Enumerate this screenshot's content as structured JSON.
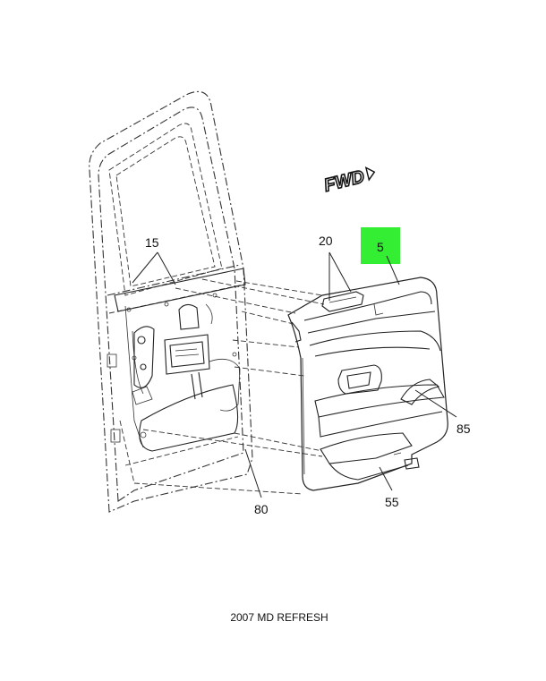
{
  "diagram": {
    "orientation_label": "FWD",
    "caption": "2007 MD REFRESH",
    "highlight_color": "#33ee33",
    "callouts": {
      "c5": "5",
      "c15": "15",
      "c20": "20",
      "c55": "55",
      "c80": "80",
      "c85": "85"
    }
  }
}
